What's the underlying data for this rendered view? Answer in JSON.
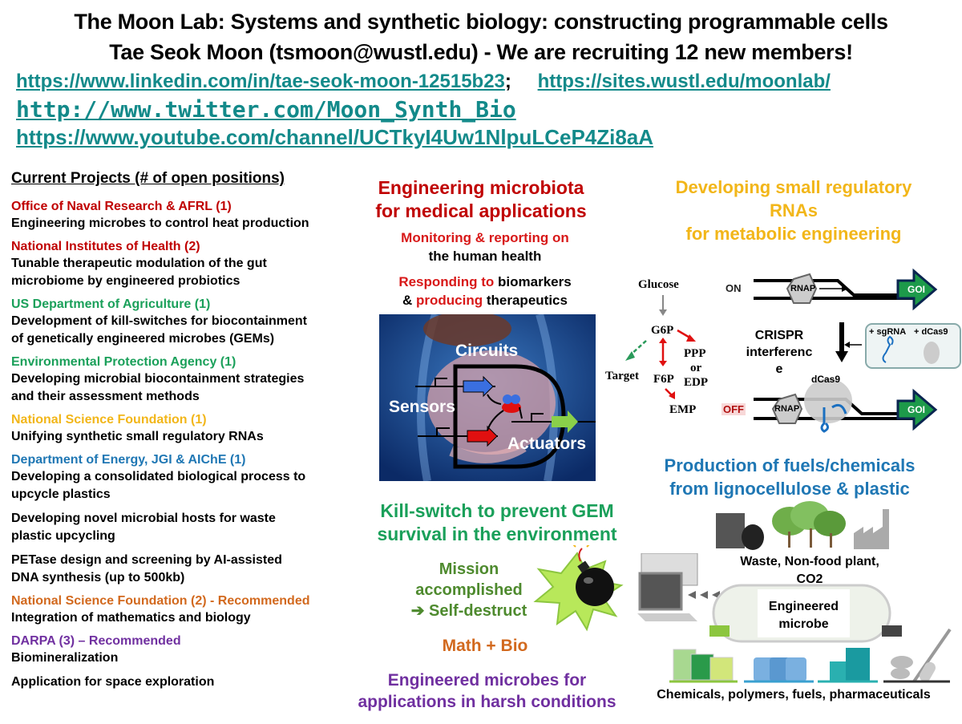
{
  "header": {
    "title_line1": "The Moon Lab: Systems and synthetic biology: constructing programmable cells",
    "title_line2": "Tae Seok Moon (tsmoon@wustl.edu) - We are recruiting 12 new members!",
    "links": {
      "linkedin": "https://www.linkedin.com/in/tae-seok-moon-12515b23",
      "separator": ";",
      "website": "https://sites.wustl.edu/moonlab/",
      "twitter": "http://www.twitter.com/Moon_Synth_Bio",
      "youtube": "https://www.youtube.com/channel/UCTkyI4Uw1NlpuLCeP4Zi8aA"
    }
  },
  "projects": {
    "heading": "Current Projects (# of open positions)",
    "items": [
      {
        "agency": "Office of Naval Research & AFRL (1)",
        "color": "#c00000",
        "desc": [
          "Engineering microbes to control heat production"
        ]
      },
      {
        "agency": "National Institutes of Health (2)",
        "color": "#c00000",
        "desc": [
          "Tunable therapeutic modulation of the gut",
          "microbiome by engineered probiotics"
        ]
      },
      {
        "agency": "US Department of Agriculture (1)",
        "color": "#1aa05a",
        "desc": [
          "Development of kill-switches for biocontainment",
          "of genetically engineered microbes (GEMs)"
        ]
      },
      {
        "agency": "Environmental Protection Agency (1)",
        "color": "#1aa05a",
        "desc": [
          "Developing microbial biocontainment strategies",
          "and their assessment methods"
        ]
      },
      {
        "agency": "National Science Foundation (1)",
        "color": "#f2b619",
        "desc": [
          "Unifying synthetic small regulatory RNAs"
        ]
      },
      {
        "agency": "Department of Energy, JGI & AIChE (1)",
        "color": "#1f77b4",
        "desc": [
          "Developing a consolidated biological process to",
          "upcycle plastics"
        ]
      },
      {
        "agency": "",
        "color": "",
        "desc": [
          "Developing novel microbial hosts for waste",
          "plastic upcycling"
        ]
      },
      {
        "agency": "",
        "color": "",
        "desc": [
          "PETase design and screening by AI-assisted",
          "DNA synthesis (up to 500kb)"
        ]
      },
      {
        "agency": "National Science Foundation (2) - Recommended",
        "color": "#d2691e",
        "desc": [
          "Integration of mathematics and biology"
        ]
      },
      {
        "agency": "DARPA (3) – Recommended",
        "color": "#7030a0",
        "desc": [
          "Biomineralization"
        ]
      },
      {
        "agency": "",
        "color": "",
        "desc": [
          "Application for space exploration"
        ]
      }
    ]
  },
  "microbiota": {
    "title1": "Engineering microbiota",
    "title2": "for medical applications",
    "monitor_red": "Monitoring & reporting on",
    "monitor_black": "the human health",
    "respond_red": "Responding to",
    "respond_black": " biomarkers",
    "amp": "& ",
    "producing_red": "producing",
    "therapeutics_black": " therapeutics",
    "figure": {
      "circuits": "Circuits",
      "sensors": "Sensors",
      "actuators": "Actuators"
    }
  },
  "killswitch": {
    "title1": "Kill-switch to prevent GEM",
    "title2": "survival in the environment",
    "mission1": "Mission",
    "mission2": "accomplished",
    "mission3": "➔ Self-destruct",
    "math": "Math + Bio",
    "harsh1": "Engineered microbes for",
    "harsh2": "applications in harsh conditions"
  },
  "srna": {
    "title1": "Developing small regulatory",
    "title2": "RNAs",
    "title3": "for metabolic engineering",
    "pathway": {
      "glucose": "Glucose",
      "g6p": "G6P",
      "ppp": "PPP",
      "or": "or",
      "edp": "EDP",
      "target": "Target",
      "f6p": "F6P",
      "emp": "EMP"
    },
    "crispr": {
      "on": "ON",
      "off": "OFF",
      "rnap": "RNAP",
      "goi": "GOI",
      "label1": "CRISPR",
      "label2": "interferenc",
      "label3": "e",
      "sgrna": "+ sgRNA",
      "dcas9_add": "+ dCas9",
      "dcas9": "dCas9"
    }
  },
  "production": {
    "title1": "Production of fuels/chemicals",
    "title2": "from lignocellulose & plastic",
    "inputs1": "Waste, Non-food plant,",
    "inputs2": "CO2",
    "microbe1": "Engineered",
    "microbe2": "microbe",
    "outputs": "Chemicals, polymers, fuels, pharmaceuticals"
  }
}
